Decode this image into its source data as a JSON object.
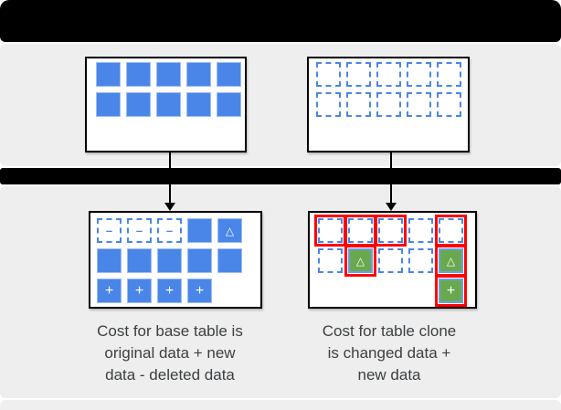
{
  "colors": {
    "block_blue": "#4A86E8",
    "block_blue_edge": "#9DBDF0",
    "block_green": "#6AA84F",
    "change_red": "#FF0000",
    "dashed_border": "#4A86E8",
    "panel_gray": "#EEEEEE",
    "bar_black": "#000000",
    "box_border": "#000000",
    "caption_text": "#3C4043"
  },
  "diagram": {
    "symbols": {
      "minus": "–",
      "triangle": "△",
      "plus": "+"
    },
    "boxes": {
      "base_table_before": {
        "rows": [
          [
            "solid",
            "solid",
            "solid",
            "solid",
            "solid"
          ],
          [
            "solid",
            "solid",
            "solid",
            "solid",
            "solid"
          ]
        ]
      },
      "table_clone_before": {
        "rows": [
          [
            "dashed",
            "dashed",
            "dashed",
            "dashed",
            "dashed"
          ],
          [
            "dashed",
            "dashed",
            "dashed",
            "dashed",
            "dashed"
          ]
        ]
      },
      "base_table_after": {
        "rows": [
          [
            "dashed-minus",
            "dashed-minus",
            "dashed-minus",
            "solid",
            "solid-triangle"
          ],
          [
            "solid",
            "solid",
            "solid",
            "solid",
            "solid"
          ],
          [
            "solid-plus",
            "solid-plus",
            "solid-plus",
            "solid-plus",
            "empty"
          ]
        ]
      },
      "table_clone_after": {
        "rows": [
          [
            "dashed-red",
            "dashed-red",
            "dashed-red",
            "dashed",
            "dashed-red"
          ],
          [
            "dashed",
            "green-triangle-red",
            "dashed",
            "dashed",
            "green-triangle-red"
          ],
          [
            "empty",
            "empty",
            "empty",
            "empty",
            "green-plus-red"
          ]
        ]
      }
    }
  },
  "captions": {
    "base_table_lines": [
      "Cost for base table is",
      "original data + new",
      "data - deleted data"
    ],
    "table_clone_lines": [
      "Cost for table clone",
      "is changed data +",
      "new data"
    ]
  }
}
